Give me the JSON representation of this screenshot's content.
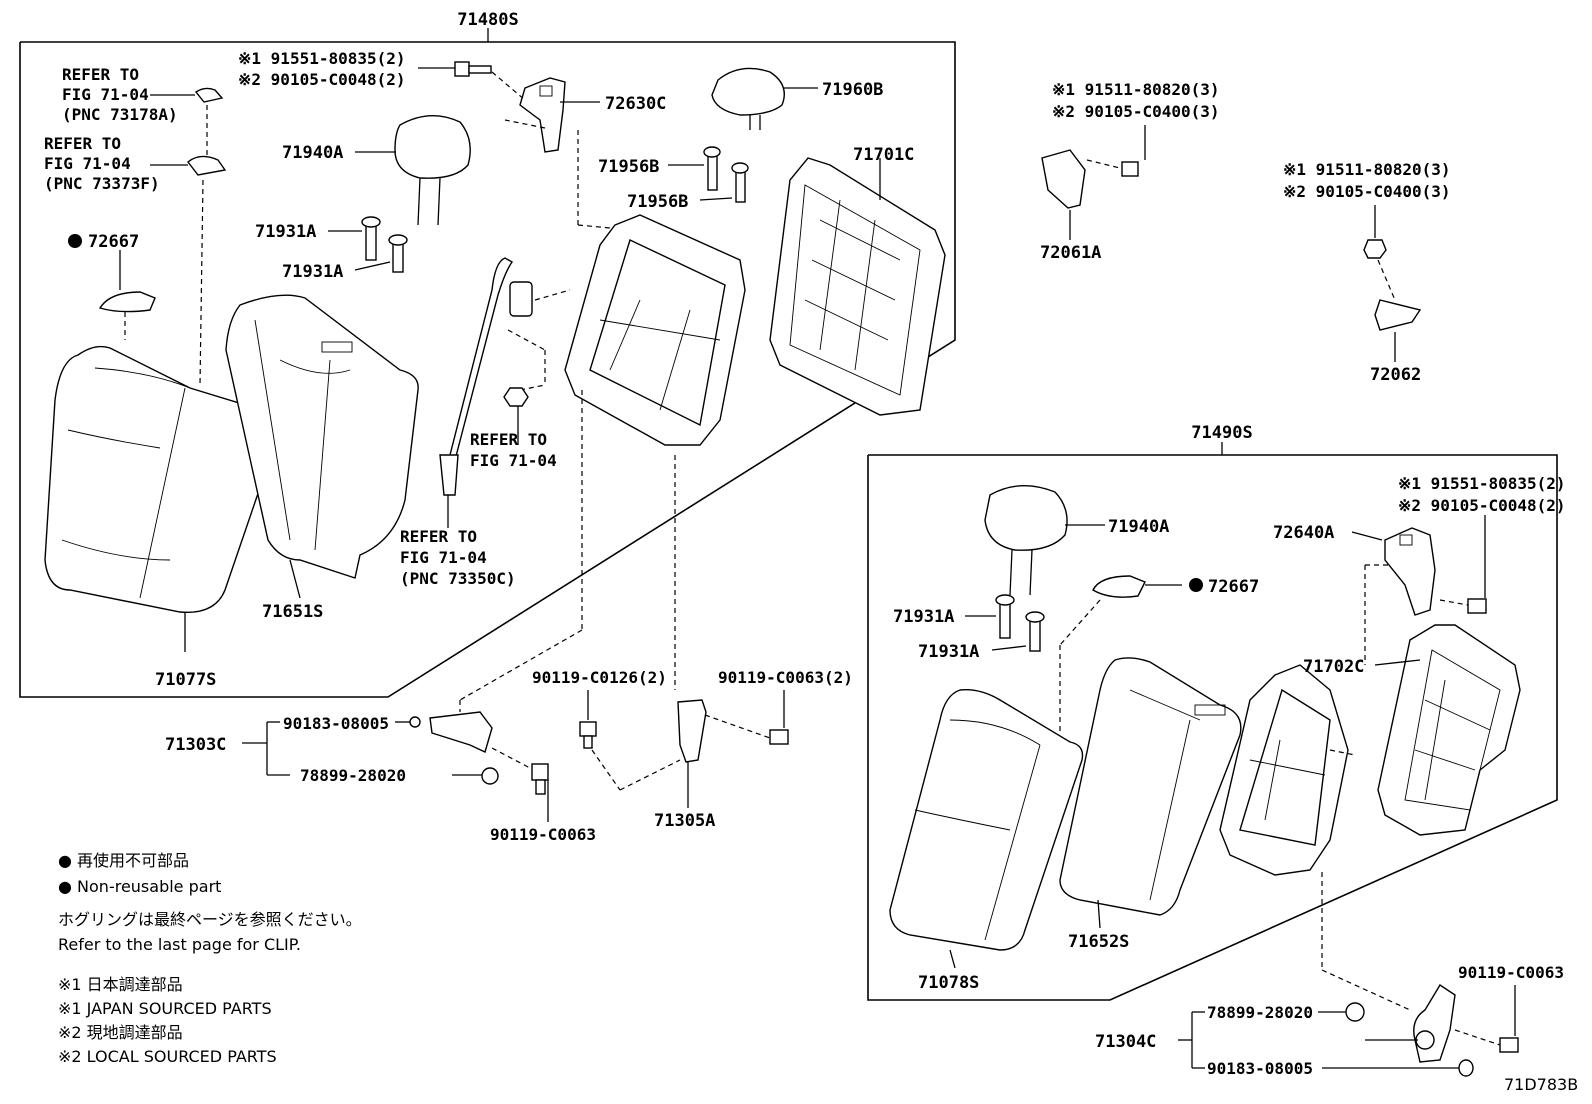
{
  "groups": {
    "left_assembly": "71480S",
    "right_assembly": "71490S"
  },
  "labels": {
    "l_71077s": "71077S",
    "l_71651s": "71651S",
    "l_72667_left": "72667",
    "l_71940a_left": "71940A",
    "l_71931a_1": "71931A",
    "l_71931a_2": "71931A",
    "l_72630c": "72630C",
    "l_71960b": "71960B",
    "l_71956b_1": "71956B",
    "l_71956b_2": "71956B",
    "l_71701c": "71701C",
    "l_72061a": "72061A",
    "l_72062": "72062",
    "l_71303c": "71303C",
    "l_90183_left": "90183-08005",
    "l_78899_left": "78899-28020",
    "l_90119_c0063_a": "90119-C0063",
    "l_90119_c0126": "90119-C0126(2)",
    "l_90119_c0063_2": "90119-C0063(2)",
    "l_71305a": "71305A",
    "l_71940a_right": "71940A",
    "l_72667_right": "72667",
    "l_71931a_3": "71931A",
    "l_71931a_4": "71931A",
    "l_72640a": "72640A",
    "l_71702c": "71702C",
    "l_71652s": "71652S",
    "l_71078s": "71078S",
    "l_90119_c0063_b": "90119-C0063",
    "l_71304c": "71304C",
    "l_78899_right": "78899-28020",
    "l_90183_right": "90183-08005",
    "diagram_code": "71D783B"
  },
  "fasteners": {
    "f1_line1": "※1 91551-80835(2)",
    "f1_line2": "※2 90105-C0048(2)",
    "f2_line1": "※1 91511-80820(3)",
    "f2_line2": "※2 90105-C0400(3)",
    "f3_line1": "※1 91511-80820(3)",
    "f3_line2": "※2 90105-C0400(3)",
    "f4_line1": "※1 91551-80835(2)",
    "f4_line2": "※2 90105-C0048(2)"
  },
  "refs": {
    "r1_l1": "REFER TO",
    "r1_l2": "FIG 71-04",
    "r1_l3": "(PNC 73178A)",
    "r2_l1": "REFER TO",
    "r2_l2": "FIG 71-04",
    "r2_l3": "(PNC 73373F)",
    "r3_l1": "REFER TO",
    "r3_l2": "FIG 71-04",
    "r4_l1": "REFER TO",
    "r4_l2": "FIG 71-04",
    "r4_l3": "(PNC 73350C)"
  },
  "notes": {
    "n1": "● 再使用不可部品",
    "n2": "● Non-reusable part",
    "n3": "ホグリングは最終ページを参照ください。",
    "n4": "Refer to the last page for CLIP.",
    "n5": "※1 日本調達部品",
    "n6": "※1 JAPAN SOURCED PARTS",
    "n7": "※2 現地調達部品",
    "n8": "※2 LOCAL SOURCED PARTS"
  }
}
